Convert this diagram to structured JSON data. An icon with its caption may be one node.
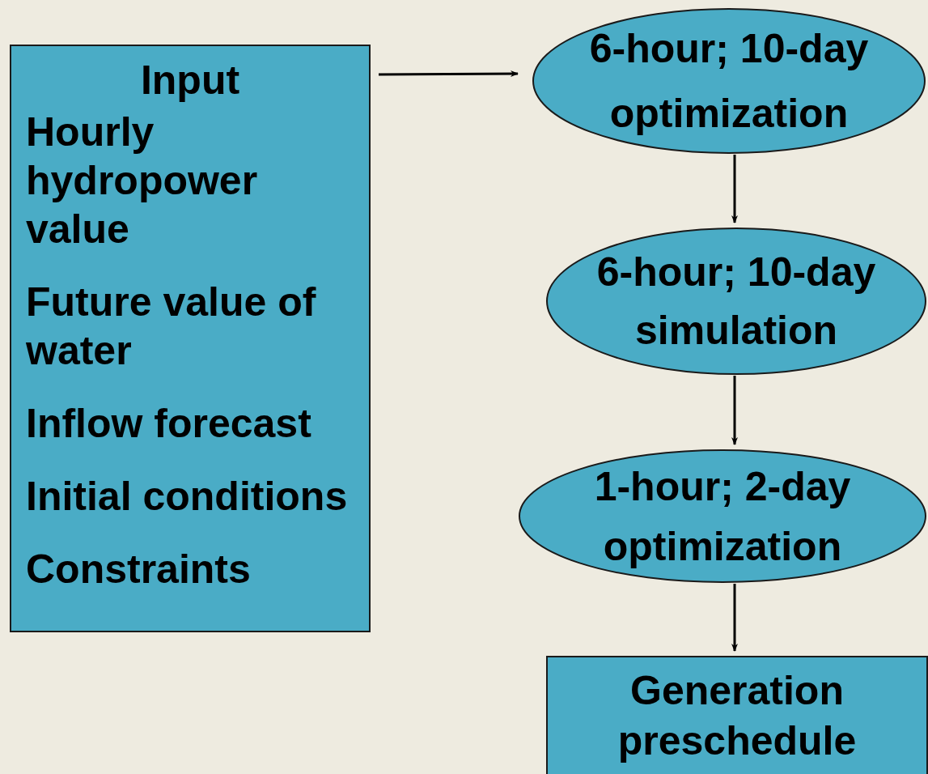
{
  "diagram": {
    "nodes": [
      {
        "text": [
          "Input",
          "Hourly hydropower value",
          "Future value of water",
          "Inflow forecast",
          "Initial conditions",
          "Constraints"
        ]
      },
      {
        "text": [
          "6-hour; 10-day optimization"
        ]
      },
      {
        "text": [
          "6-hour; 10-day simulation"
        ]
      },
      {
        "text": [
          "1-hour; 2-day optimization"
        ]
      },
      {
        "text": [
          "Generation preschedule"
        ]
      }
    ],
    "edges": [
      {
        "from": 0,
        "to": 1,
        "arrow": "to"
      },
      {
        "from": 1,
        "to": 2,
        "arrow": "to"
      },
      {
        "from": 2,
        "to": 3,
        "arrow": "to"
      },
      {
        "from": 3,
        "to": 4,
        "arrow": "to"
      }
    ]
  }
}
